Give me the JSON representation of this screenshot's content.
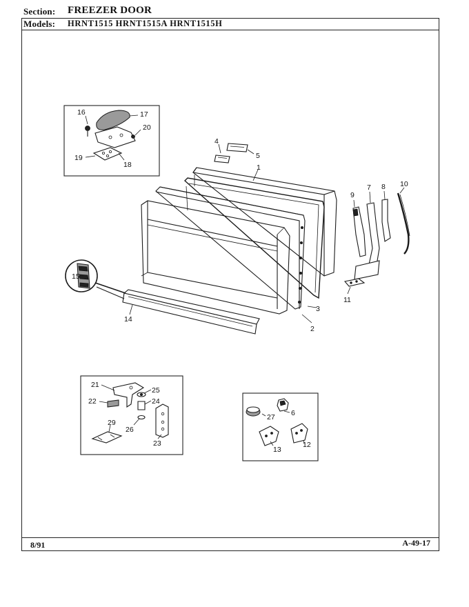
{
  "header": {
    "section_label": "Section:",
    "section_value": "FREEZER DOOR",
    "models_label": "Models:",
    "models_value": "HRNT1515  HRNT1515A  HRNT1515H"
  },
  "footer": {
    "date": "8/91",
    "code": "A-49-17"
  },
  "callouts": {
    "c1": "1",
    "c2": "2",
    "c3": "3",
    "c4": "4",
    "c5": "5",
    "c6": "6",
    "c7": "7",
    "c8": "8",
    "c9": "9",
    "c10": "10",
    "c11": "11",
    "c12": "12",
    "c13": "13",
    "c14": "14",
    "c15": "15",
    "c16": "16",
    "c17": "17",
    "c18": "18",
    "c19": "19",
    "c20": "20",
    "c21": "21",
    "c22": "22",
    "c23": "23",
    "c24": "24",
    "c25": "25",
    "c26": "26",
    "c27": "27",
    "c29": "29"
  }
}
